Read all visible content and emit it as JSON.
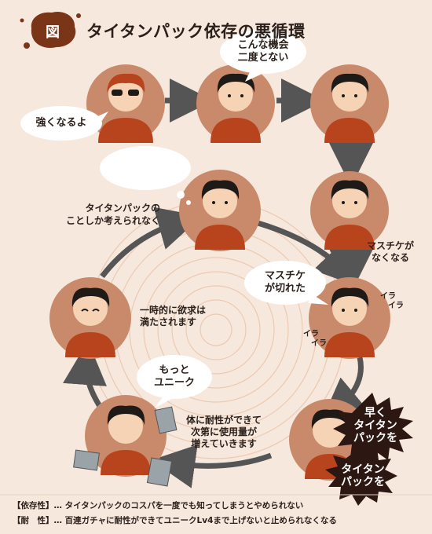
{
  "title": "タイタンパック依存の悪循環",
  "badge": "図",
  "bubbles": {
    "stronger": "強くなるよ",
    "rare_chance_1": "こんな機会",
    "rare_chance_2": "二度とない",
    "empty_thought": "",
    "masuchike_out_1": "マスチケ",
    "masuchike_out_2": "が切れた",
    "unique_1": "もっと",
    "unique_2": "ユニーク"
  },
  "labels": {
    "only_thinking_1": "タイタンパックの",
    "only_thinking_2": "ことしか考えられなく",
    "masuchike_gone_1": "マスチケが",
    "masuchike_gone_2": "なくなる",
    "satisfied_1": "一時的に欲求は",
    "satisfied_2": "満たされます",
    "tolerance_1": "体に耐性ができて",
    "tolerance_2": "次第に使用量が",
    "tolerance_3": "増えていきます",
    "ira_1": "イラ",
    "ira_2": "イラ",
    "ira_3": "イラ",
    "ira_4": "イラ"
  },
  "burst_1": {
    "line1": "早く",
    "line2": "タイタン",
    "line3": "パックを"
  },
  "burst_2": {
    "line1": "タイタン",
    "line2": "パックを"
  },
  "legend": {
    "line1": "【依存性】… タイタンパックのコスパを一度でも知ってしまうとやめられない",
    "line2": "【耐　性】… 百連ガチャに耐性ができてユニークLv4まで上げないと止められなくなる"
  },
  "colors": {
    "background": "#f6e8dc",
    "circle": "#c98a6b",
    "shirt": "#b8441d",
    "hair": "#1e1a18",
    "skin": "#f7d3b5",
    "arrow": "#555555",
    "burst": "#2c1712",
    "badge": "#7a3418"
  }
}
